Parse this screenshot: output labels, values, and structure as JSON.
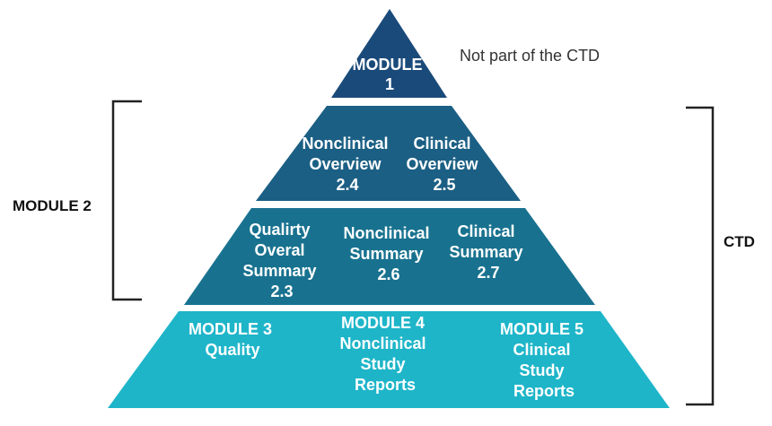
{
  "colors": {
    "tier1": "#1a4a7a",
    "tier2": "#1b5f84",
    "tier3": "#18728f",
    "tier4": "#1eb5c9"
  },
  "tiers": {
    "module1": {
      "line1": "MODULE",
      "line2": "1"
    },
    "nonclinical_overview": {
      "line1": "Nonclinical",
      "line2": "Overview",
      "line3": "2.4"
    },
    "clinical_overview": {
      "line1": "Clinical",
      "line2": "Overview",
      "line3": "2.5"
    },
    "quality_summary": {
      "line1": "Qualirty",
      "line2": "Overal",
      "line3": "Summary",
      "line4": "2.3"
    },
    "nonclinical_summary": {
      "line1": "Nonclinical",
      "line2": "Summary",
      "line3": "2.6"
    },
    "clinical_summary": {
      "line1": "Clinical",
      "line2": "Summary",
      "line3": "2.7"
    },
    "module3": {
      "line1": "MODULE 3",
      "line2": "Quality"
    },
    "module4": {
      "line1": "MODULE 4",
      "line2": "Nonclinical",
      "line3": "Study",
      "line4": "Reports"
    },
    "module5": {
      "line1": "MODULE 5",
      "line2": "Clinical",
      "line3": "Study",
      "line4": "Reports"
    }
  },
  "labels": {
    "not_part": "Not part of the CTD",
    "module2": "MODULE 2",
    "ctd": "CTD"
  }
}
